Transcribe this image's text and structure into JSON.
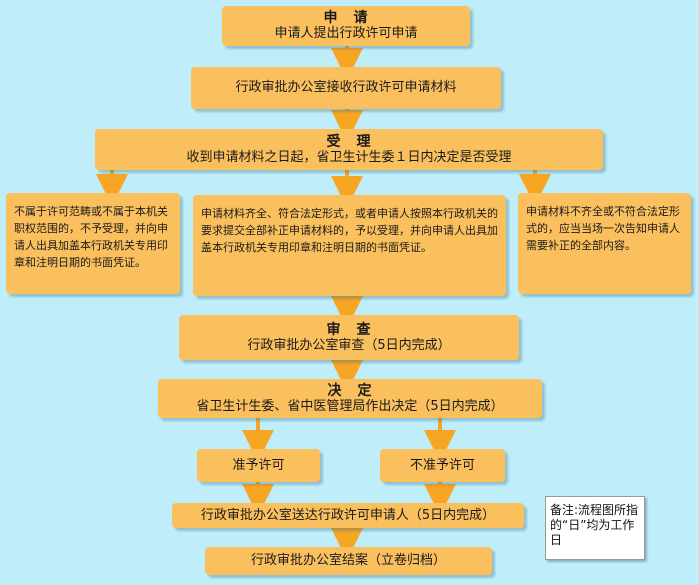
{
  "colors": {
    "background": "#bfeefa",
    "box": "#fbc05e",
    "arrow": "#f6a623"
  },
  "apply": {
    "title": "申　请",
    "text": "申请人提出行政许可申请"
  },
  "receive": {
    "text": "行政审批办公室接收行政许可申请材料"
  },
  "accept": {
    "title": "受　理",
    "text": "收到申请材料之日起，省卫生计生委１日内决定是否受理"
  },
  "branch_left": {
    "text": "不属于许可范畴或不属于本机关职权范围的，不予受理，并向申请人出具加盖本行政机关专用印章和注明日期的书面凭证。"
  },
  "branch_mid": {
    "text": "申请材料齐全、符合法定形式，或者申请人按照本行政机关的要求提交全部补正申请材料的，予以受理，并向申请人出具加盖本行政机关专用印章和注明日期的书面凭证。"
  },
  "branch_right": {
    "text": "申请材料不齐全或不符合法定形式的，应当当场一次告知申请人需要补正的全部内容。"
  },
  "review": {
    "title": "审　查",
    "text": "行政审批办公室审查（5日内完成）"
  },
  "decide": {
    "title": "决　定",
    "text": "省卫生计生委、省中医管理局作出决定（5日内完成）"
  },
  "grant": {
    "text": "准予许可"
  },
  "deny": {
    "text": "不准予许可"
  },
  "deliver": {
    "text": "行政审批办公室送达行政许可申请人（5日内完成）"
  },
  "close": {
    "text": "行政审批办公室结案（立卷归档）"
  },
  "note": {
    "text": "备注:流程图所指的“日”均为工作日"
  }
}
